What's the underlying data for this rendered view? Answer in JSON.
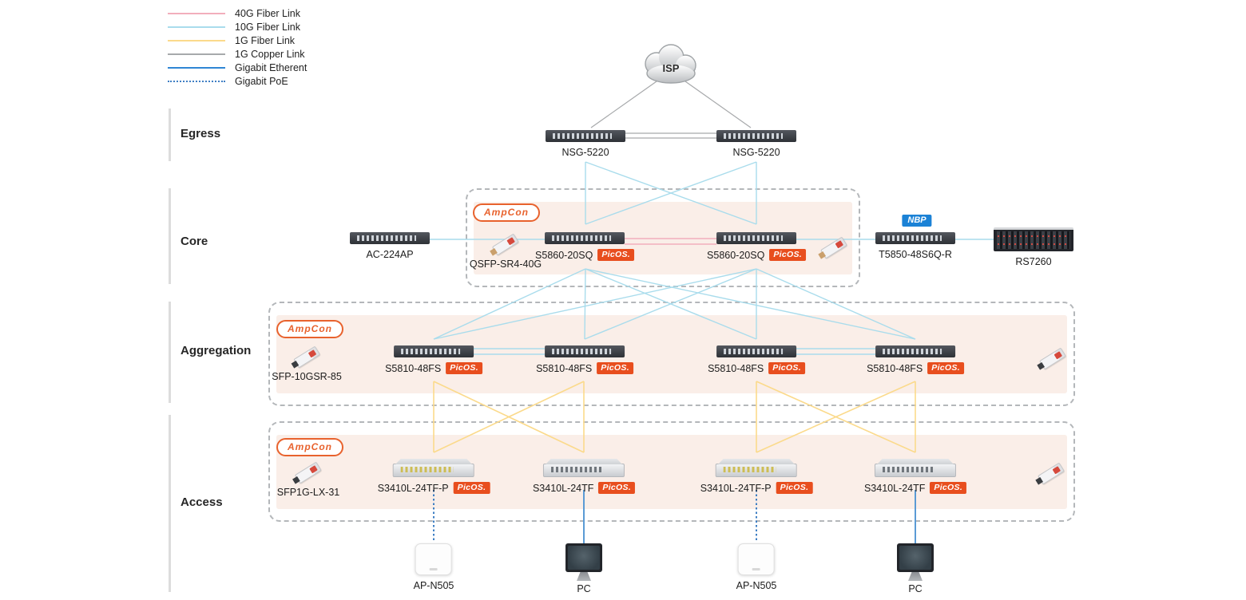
{
  "legend": {
    "items": [
      {
        "label": "40G Fiber Link",
        "color": "#f2aebc",
        "style": "solid"
      },
      {
        "label": "10G Fiber Link",
        "color": "#a9dcec",
        "style": "solid"
      },
      {
        "label": "1G Fiber Link",
        "color": "#fbda8b",
        "style": "solid"
      },
      {
        "label": "1G Copper Link",
        "color": "#a7a9ab",
        "style": "solid"
      },
      {
        "label": "Gigabit Etherent",
        "color": "#2f86d4",
        "style": "solid"
      },
      {
        "label": "Gigabit PoE",
        "color": "#3f7fc4",
        "style": "dotted"
      }
    ]
  },
  "layers": {
    "egress": "Egress",
    "core": "Core",
    "aggregation": "Aggregation",
    "access": "Access"
  },
  "badges": {
    "ampcon": "AmpCon",
    "picos": "PicOS.",
    "nbp": "NBP"
  },
  "cloud_label": "ISP",
  "egress": {
    "nsg1": "NSG-5220",
    "nsg2": "NSG-5220"
  },
  "core": {
    "ac": "AC-224AP",
    "qsfp": "QSFP-SR4-40G",
    "s5860_1": "S5860-20SQ",
    "s5860_2": "S5860-20SQ",
    "t5850": "T5850-48S6Q-R",
    "rs7260": "RS7260"
  },
  "aggregation": {
    "sfp": "SFP-10GSR-85",
    "sw1": "S5810-48FS",
    "sw2": "S5810-48FS",
    "sw3": "S5810-48FS",
    "sw4": "S5810-48FS"
  },
  "access": {
    "sfp": "SFP1G-LX-31",
    "sw1": "S3410L-24TF-P",
    "sw2": "S3410L-24TF",
    "sw3": "S3410L-24TF-P",
    "sw4": "S3410L-24TF",
    "ap1": "AP-N505",
    "pc1": "PC",
    "ap2": "AP-N505",
    "pc2": "PC"
  },
  "group_fill_color": "#faeee8",
  "picos_badge_color": "#e84e1e",
  "nbp_badge_color": "#1b82d6",
  "ampcon_color": "#e8622d"
}
